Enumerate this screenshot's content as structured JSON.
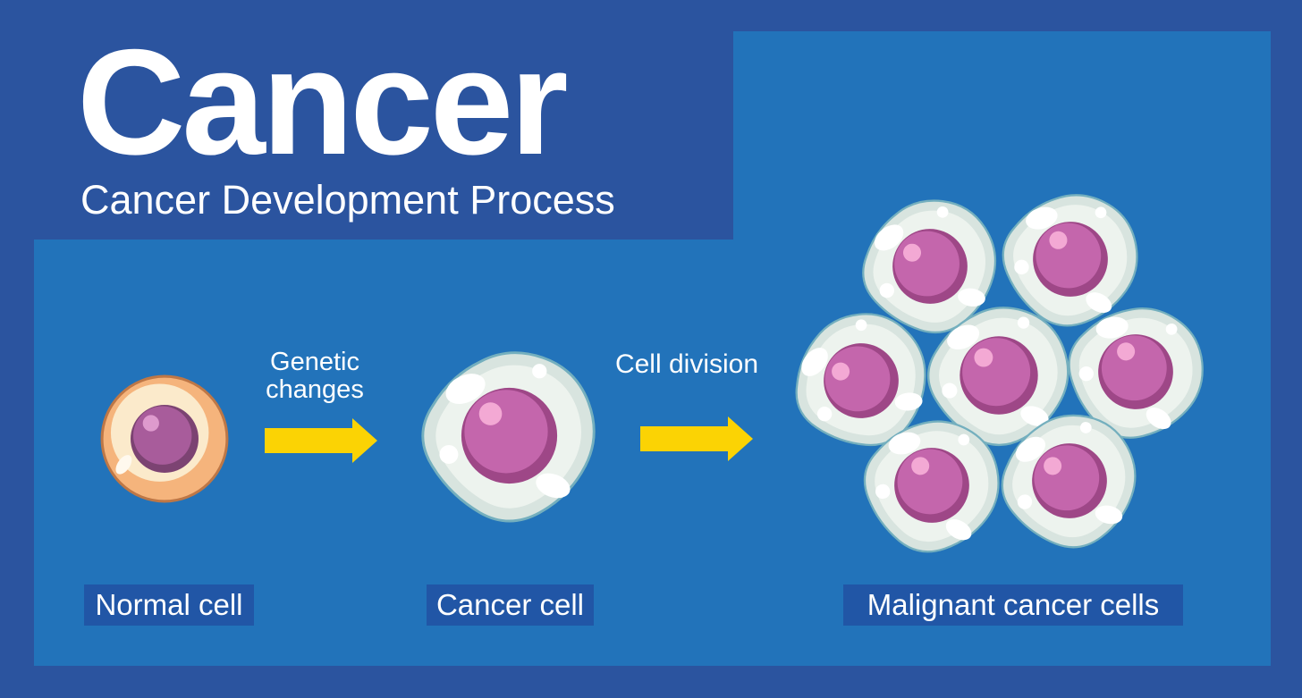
{
  "header": {
    "title": "Cancer",
    "subtitle": "Cancer Development Process"
  },
  "flow": {
    "step1_label": "Genetic changes",
    "step2_label": "Cell division"
  },
  "captions": {
    "normal": "Normal cell",
    "cancer": "Cancer cell",
    "malignant": "Malignant cancer cells"
  },
  "icons": {
    "arrow1": "right-arrow",
    "arrow2": "right-arrow",
    "normal_cell": "normal-cell",
    "cancer_cell": "cancer-cell",
    "malignant_cells": "malignant-cell-cluster"
  },
  "colors": {
    "background": "#2B549F",
    "panel": "#2273BA",
    "caption_bg": "#2156A6",
    "text": "#FFFFFF",
    "arrow": "#FBD304",
    "normal_border": "#BE7746",
    "normal_outer": "#F5B47C",
    "normal_inner": "#FBEACB",
    "normal_gloss": "#FFF9EE",
    "normal_nuc_ring": "#7C4372",
    "normal_nuc_body": "#A85C9B",
    "normal_nuc_hi": "#DE9ACD",
    "cell_stroke": "#74AFBE",
    "cell_outer": "#D8E4DF",
    "cell_inner": "#EDF3EE",
    "cell_spot": "#FFFFFF",
    "nuc_ring": "#9E4787",
    "nuc_body": "#C466AC",
    "nuc_hi": "#F3A9D4"
  }
}
